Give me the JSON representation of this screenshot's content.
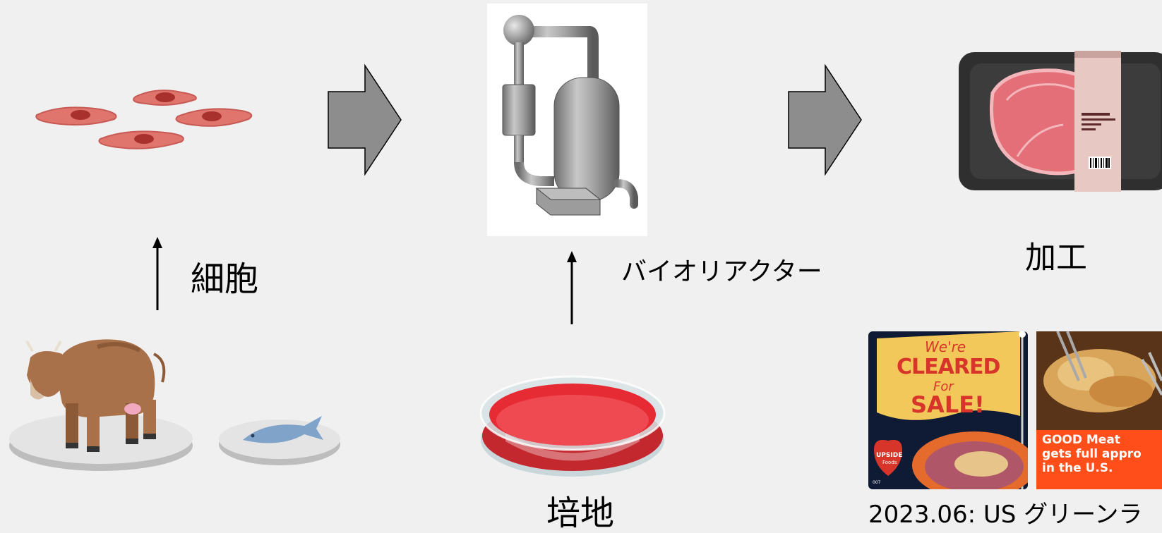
{
  "labels": {
    "cells": "細胞",
    "bioreactor": "バイオリアクター",
    "medium": "培地",
    "processing": "加工",
    "news_caption": "2023.06: US グリーンラ"
  },
  "upside_card": {
    "line1": "We're",
    "line2": "CLEARED",
    "line3": "For",
    "line4": "SALE!",
    "brand": "UPSIDE",
    "brand_sub": "Foods",
    "corner": "007",
    "bg": "#0f1b34",
    "flag": "#f3c85a",
    "text_red": "#d7342a"
  },
  "goodmeat_card": {
    "line1": "GOOD Meat",
    "line2": "gets full appro",
    "line3": "in the U.S.",
    "bg": "#ff4e1a"
  },
  "colors": {
    "arrow_fill": "#8d8d8d",
    "cell_fill": "#e0756e",
    "medium_red": "#e62b34",
    "cow_brown": "#a9714a",
    "fish_blue": "#7fa3c9"
  }
}
